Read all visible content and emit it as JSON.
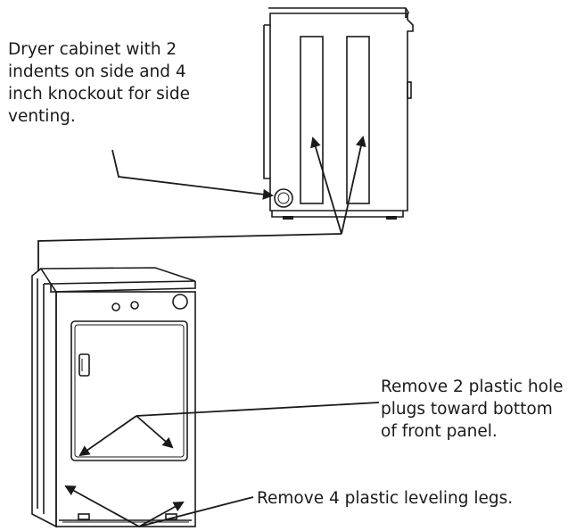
{
  "callouts": {
    "cabinet": "Dryer cabinet with 2\nindents on side and 4\ninch knockout for side\nventing.",
    "plugs": "Remove 2 plastic hole\nplugs toward bottom\nof front panel.",
    "legs": "Remove 4 plastic leveling legs."
  },
  "colors": {
    "line": "#1a1a1a",
    "background": "#ffffff"
  }
}
